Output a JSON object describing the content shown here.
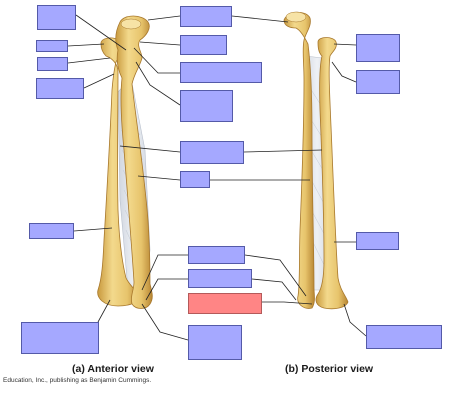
{
  "views": [
    {
      "id": "anterior",
      "title": "(a) Anterior view"
    },
    {
      "id": "posterior",
      "title": "(b) Posterior view"
    }
  ],
  "credit": "Education, Inc., publishing as Benjamin Cummings.",
  "colors": {
    "label_fill": "#a5a8ff",
    "label_border": "#545aa8",
    "highlight_fill": "#ff8585",
    "bone": "#e8c877",
    "bone_shadow": "#b9913f",
    "membrane": "#dfe4ec",
    "leader": "#222222"
  },
  "label_boxes": [
    {
      "id": "box-1",
      "highlighted": false
    },
    {
      "id": "box-2",
      "highlighted": false
    },
    {
      "id": "box-3",
      "highlighted": false
    },
    {
      "id": "box-4",
      "highlighted": false
    },
    {
      "id": "box-5",
      "highlighted": false
    },
    {
      "id": "box-6",
      "highlighted": false
    },
    {
      "id": "box-7",
      "highlighted": false
    },
    {
      "id": "box-8",
      "highlighted": false
    },
    {
      "id": "box-9",
      "highlighted": false
    },
    {
      "id": "box-10",
      "highlighted": false
    },
    {
      "id": "box-11",
      "highlighted": false
    },
    {
      "id": "box-12",
      "highlighted": false
    },
    {
      "id": "box-13",
      "highlighted": false
    },
    {
      "id": "box-14",
      "highlighted": true
    },
    {
      "id": "box-15",
      "highlighted": false
    },
    {
      "id": "box-16",
      "highlighted": false
    },
    {
      "id": "box-17",
      "highlighted": false
    },
    {
      "id": "box-18",
      "highlighted": false
    },
    {
      "id": "box-19",
      "highlighted": false
    },
    {
      "id": "box-20",
      "highlighted": false
    }
  ]
}
